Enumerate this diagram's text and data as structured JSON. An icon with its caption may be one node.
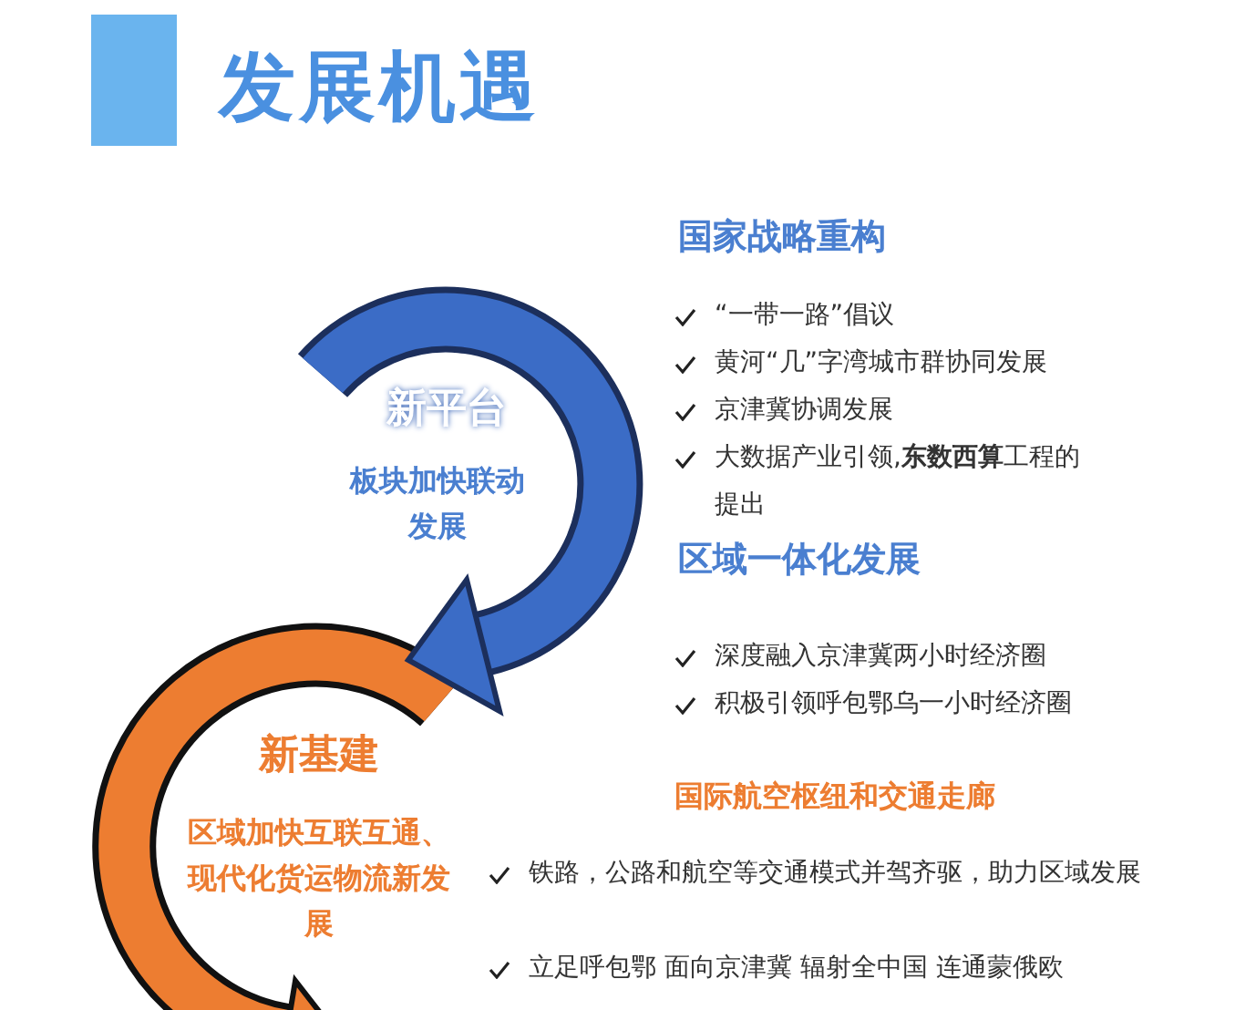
{
  "diagram": {
    "title": "发展机遇",
    "labels": [
      "国家战略重构",
      "“一带一路”倡议",
      "黄河“几”字湾城市群协同发展",
      "京津冀协调发展",
      "大数据产业引领,**东数西算**工程的提出",
      "新平台",
      "板块加快联动发展",
      "区域一体化发展",
      "深度融入京津冀两小时经济圈",
      "积极引领呼包鄂乌一小时经济圈",
      "新基建",
      "区域加快互联互通、现代化货运物流新发展",
      "国际航空枢纽和交通走廊",
      "铁路，公路和航空等交通模式并驾齐驱，助力区域发展",
      "立足呼包鄂 面向京津冀 辐射全中国 连通蒙俄欧"
    ]
  }
}
